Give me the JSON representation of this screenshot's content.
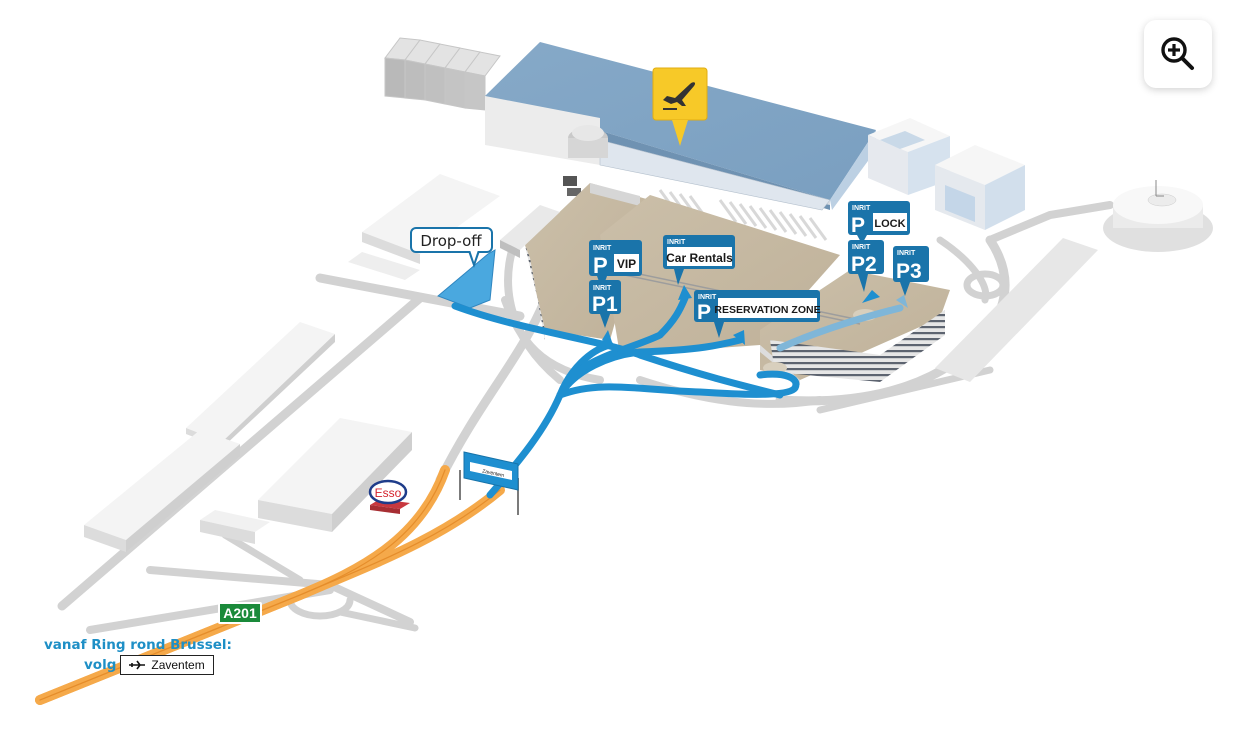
{
  "map": {
    "zoom_button": {
      "icon": "zoom-in-icon"
    },
    "terminal_marker": {
      "icon": "departures-plane-icon",
      "color": "#f7c928"
    },
    "drop_off": {
      "label": "Drop-off",
      "color": "#4aa8df"
    },
    "parking_markers": [
      {
        "id": "vip",
        "prefix": "INRIT",
        "code": "P",
        "label": "VIP"
      },
      {
        "id": "p1",
        "prefix": "INRIT",
        "code": "P1",
        "label": ""
      },
      {
        "id": "car-rentals",
        "prefix": "INRIT",
        "code": "",
        "label": "Car Rentals"
      },
      {
        "id": "reservation-zone",
        "prefix": "INRIT",
        "code": "P",
        "label": "RESERVATION ZONE"
      },
      {
        "id": "lock",
        "prefix": "INRIT",
        "code": "P",
        "label": "LOCK"
      },
      {
        "id": "p2",
        "prefix": "INRIT",
        "code": "P2",
        "label": ""
      },
      {
        "id": "p3",
        "prefix": "INRIT",
        "code": "P3",
        "label": ""
      }
    ],
    "highway_sign": {
      "label": "Zaventem",
      "icon": "plane-icon"
    },
    "road_shield": {
      "label": "A201",
      "color": "#1a8a3a"
    },
    "gas_station": {
      "brand": "Esso"
    },
    "route_color": "#1e8fd0",
    "highway_color": "#f5a94a"
  },
  "directions": {
    "line1": "vanaf Ring rond Brussel:",
    "follow_word": "volg",
    "sign_label": "Zaventem",
    "sign_icon": "plane-icon"
  }
}
